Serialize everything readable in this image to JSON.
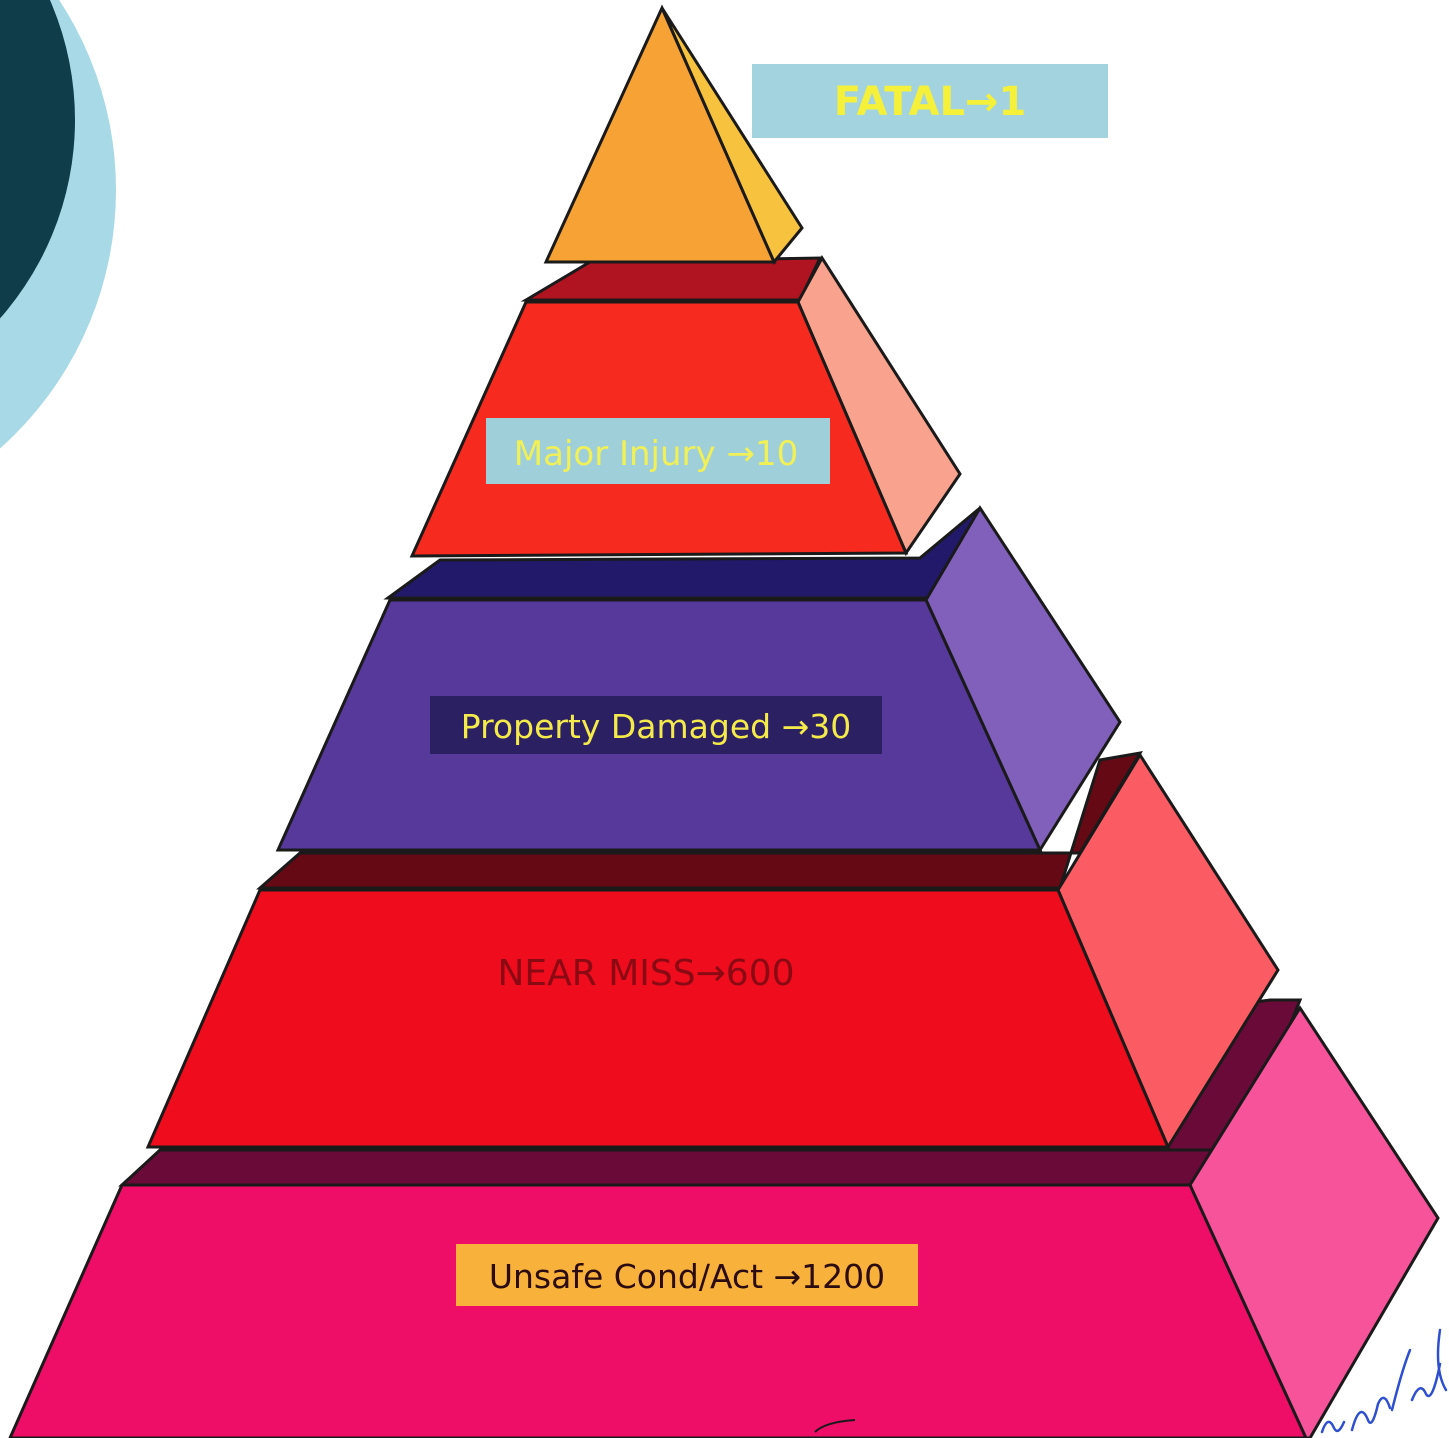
{
  "diagram": {
    "type": "safety-pyramid",
    "tiers": [
      {
        "label": "FATAL→1",
        "name": "Fatal",
        "value": 1,
        "text_color": "#f5f03a",
        "box_color": "#a3d3df",
        "front_color": "#f7a234",
        "side_color": "#f7c23e"
      },
      {
        "label": "Major Injury →10",
        "name": "Major Injury",
        "value": 10,
        "text_color": "#f1f056",
        "box_color": "#9fcfd8",
        "front_color": "#f62a1f",
        "side_color": "#f9a38e",
        "top_color": "#b01420"
      },
      {
        "label": "Property Damaged →30",
        "name": "Property Damaged",
        "value": 30,
        "text_color": "#f4ea4a",
        "box_color": "#2b2062",
        "front_color": "#57399c",
        "side_color": "#8060bb",
        "top_color": "#22196a"
      },
      {
        "label": "NEAR MISS→600",
        "name": "Near Miss",
        "value": 600,
        "text_color": "#8a0a14",
        "front_color": "#ee0c1d",
        "side_color": "#fb5c63",
        "top_color": "#650a14"
      },
      {
        "label": "Unsafe Cond/Act →1200",
        "name": "Unsafe Cond/Act",
        "value": 1200,
        "text_color": "#2b0c10",
        "box_color": "#f8b13a",
        "front_color": "#ee0e67",
        "side_color": "#f6539b",
        "top_color": "#6a0a38"
      }
    ],
    "decor": {
      "circle_outer_color": "#a7d9e6",
      "circle_inner_color": "#0f3d4a",
      "stroke_color": "#1a1a1a"
    }
  }
}
